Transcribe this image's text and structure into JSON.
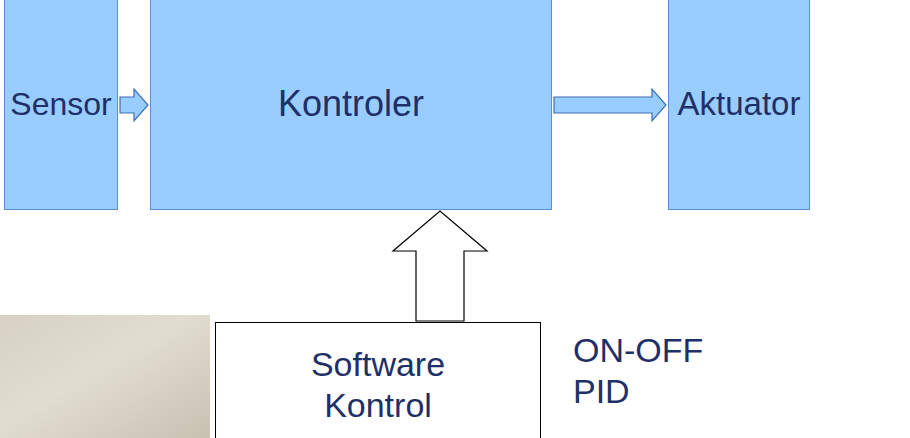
{
  "diagram": {
    "nodes": [
      {
        "text": [
          "Sensor"
        ]
      },
      {
        "text": [
          "Kontroler"
        ]
      },
      {
        "text": [
          "Aktuator"
        ]
      },
      {
        "text": [
          "Software Kontrol"
        ]
      }
    ],
    "edges": [
      {
        "from": 0,
        "to": 1,
        "arrow": "to"
      },
      {
        "from": 1,
        "to": 2,
        "arrow": "to"
      },
      {
        "from": 3,
        "to": 1,
        "arrow": "to"
      }
    ],
    "labels": [
      "ON-OFF",
      "PID"
    ]
  }
}
